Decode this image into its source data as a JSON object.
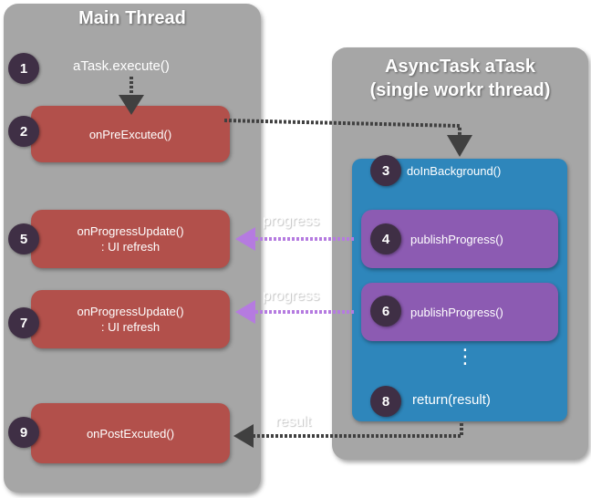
{
  "main_thread": {
    "title": "Main Thread",
    "execute_call": "aTask.execute()",
    "pre_executed": "onPreExcuted()",
    "progress_update_1": {
      "line1": "onProgressUpdate()",
      "line2": ": UI refresh"
    },
    "progress_update_2": {
      "line1": "onProgressUpdate()",
      "line2": ": UI refresh"
    },
    "post_executed": "onPostExcuted()"
  },
  "async_task": {
    "title_line1": "AsyncTask aTask",
    "title_line2": "(single workr thread)",
    "do_in_background": "doInBackground()",
    "publish_progress_1": "publishProgress()",
    "publish_progress_2": "publishProgress()",
    "ellipsis": "⋮",
    "return_result": "return(result)"
  },
  "steps": [
    "1",
    "2",
    "3",
    "4",
    "5",
    "6",
    "7",
    "8",
    "9"
  ],
  "arrows": {
    "progress_1": "progress",
    "progress_2": "progress",
    "result": "result"
  },
  "colors": {
    "panel_gray": "#a6a6a6",
    "callback_red": "#b2504b",
    "background_blue": "#2e86bb",
    "publish_purple": "#8c5bb2",
    "badge_dark": "#3f2f45",
    "arrow_dark": "#404040",
    "arrow_purple": "#b57be0"
  }
}
